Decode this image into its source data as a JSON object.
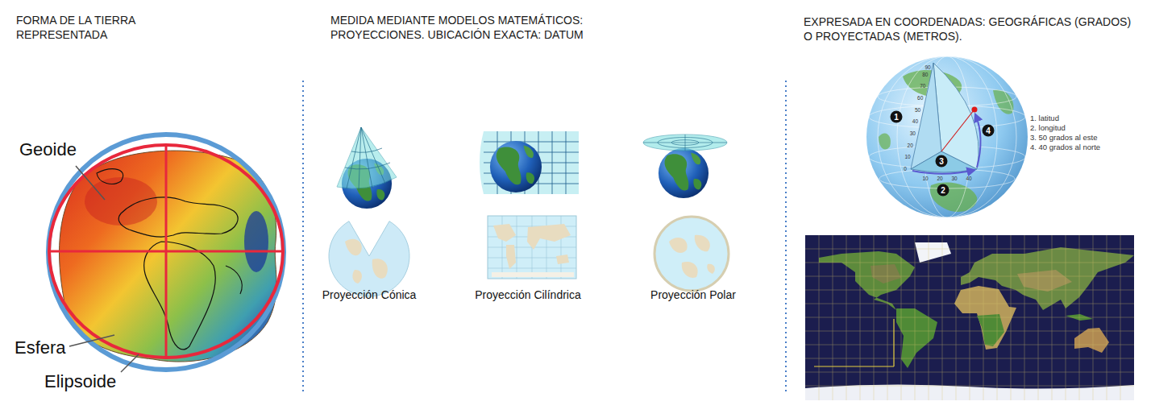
{
  "diagram": {
    "nodes": [
      {
        "text": [
          "FORMA DE LA TIERRA REPRESENTADA"
        ]
      },
      {
        "text": [
          "MEDIDA MEDIANTE MODELOS MATEMÁTICOS: PROYECCIONES. UBICACIÓN EXACTA: DATUM"
        ]
      },
      {
        "text": [
          "EXPRESADA EN COORDENADAS: GEOGRÁFICAS (GRADOS) O PROYECTADAS (METROS)."
        ]
      }
    ],
    "labels": [
      "Geoide",
      "Esfera",
      "Elipsoide",
      "Proyección Cónica",
      "Proyección Cilíndrica",
      "Proyección Polar",
      "1",
      "2",
      "3",
      "4",
      "1. latitud",
      "2. longitud",
      "3. 50 grados al este",
      "4. 40 grados al norte",
      "90",
      "80",
      "70",
      "60",
      "50",
      "40",
      "30",
      "20",
      "10",
      "0",
      "10",
      "20",
      "30",
      "40"
    ]
  }
}
